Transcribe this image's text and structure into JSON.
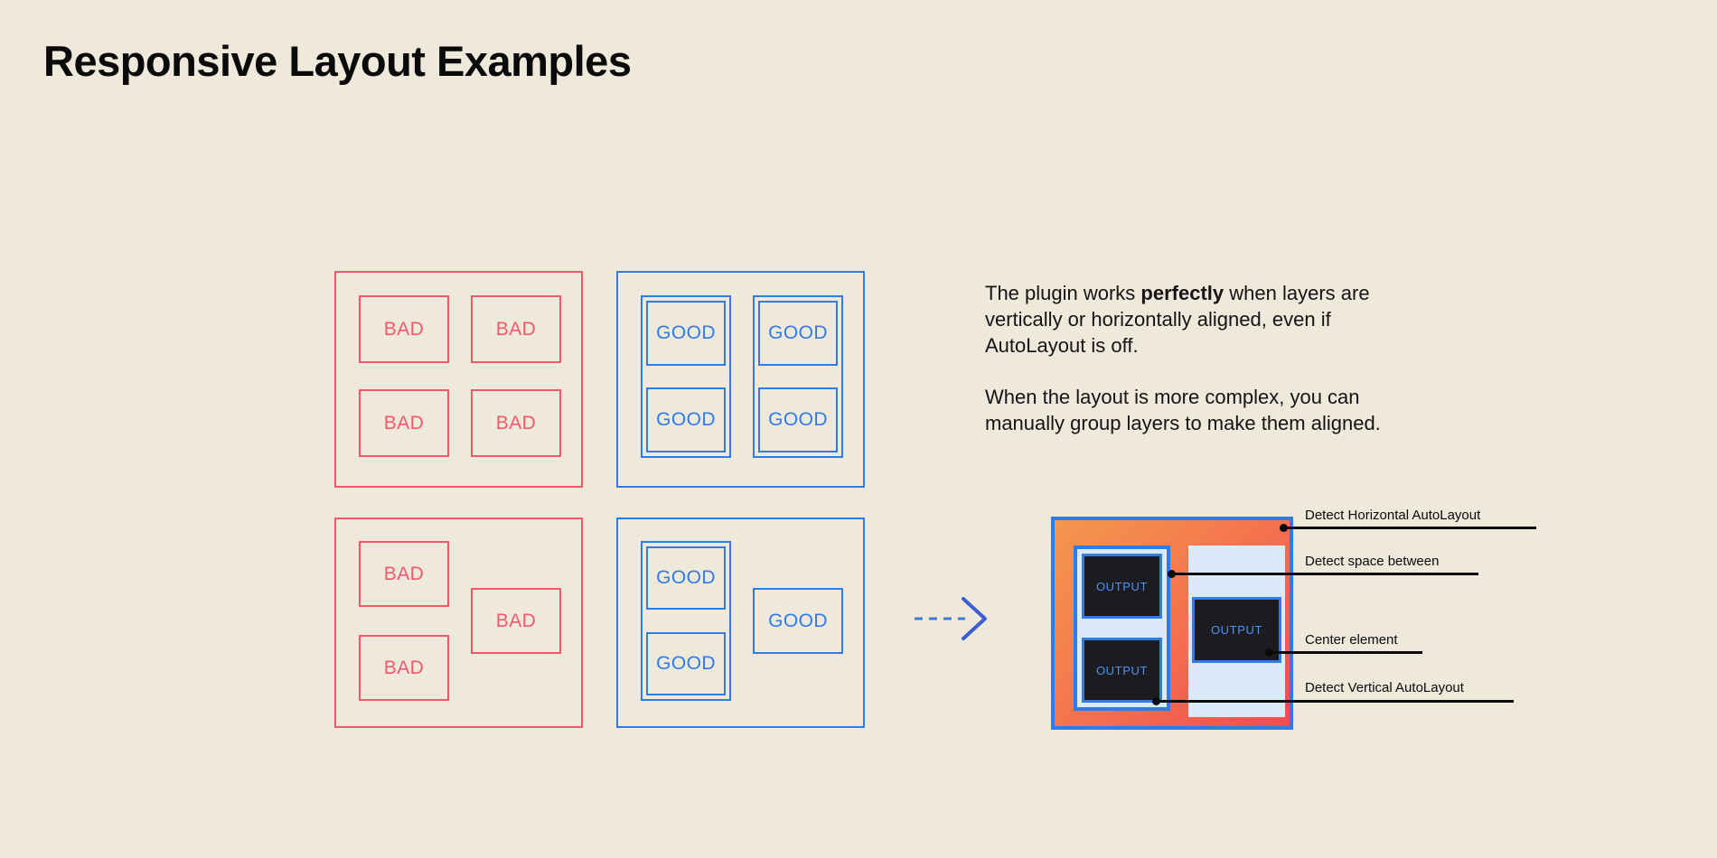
{
  "page": {
    "title": "Responsive Layout Examples",
    "background_color": "#EFE9DC"
  },
  "colors": {
    "bad": "#F2586C",
    "good": "#2F7BE8",
    "orange": "#F4974E",
    "red": "#F24B53",
    "light_blue": "#DBEAF9",
    "output_bg": "#1B1B20",
    "output_text": "#4D94F0",
    "ink": "#0A0A0A"
  },
  "examples": {
    "bad_grid": {
      "variant": "bad",
      "label": "bad-grid-2x2",
      "boxes": [
        {
          "text": "BAD"
        },
        {
          "text": "BAD"
        },
        {
          "text": "BAD"
        },
        {
          "text": "BAD"
        }
      ]
    },
    "good_grid": {
      "variant": "good",
      "label": "good-grid-2x2-grouped",
      "boxes": [
        {
          "text": "GOOD"
        },
        {
          "text": "GOOD"
        },
        {
          "text": "GOOD"
        },
        {
          "text": "GOOD"
        }
      ]
    },
    "bad_complex": {
      "variant": "bad",
      "label": "bad-complex-layout",
      "boxes": [
        {
          "text": "BAD"
        },
        {
          "text": "BAD"
        },
        {
          "text": "BAD"
        }
      ]
    },
    "good_complex": {
      "variant": "good",
      "label": "good-complex-layout-grouped",
      "boxes": [
        {
          "text": "GOOD"
        },
        {
          "text": "GOOD"
        },
        {
          "text": "GOOD"
        }
      ]
    }
  },
  "copy": {
    "paragraph_1_before": "The plugin works ",
    "paragraph_1_bold": "perfectly",
    "paragraph_1_after": " when layers are vertically or horizontally aligned, even if AutoLayout is off.",
    "paragraph_2": "When the layout is more complex, you can manually group layers to make them aligned."
  },
  "flow": {
    "arrow_icon": "dashed-arrow-right-icon"
  },
  "detail_diagram": {
    "output_boxes": [
      {
        "text": "OUTPUT"
      },
      {
        "text": "OUTPUT"
      },
      {
        "text": "OUTPUT"
      }
    ],
    "callouts": [
      {
        "label": "Detect Horizontal AutoLayout"
      },
      {
        "label": "Detect space between"
      },
      {
        "label": "Center element"
      },
      {
        "label": "Detect Vertical AutoLayout"
      }
    ]
  }
}
